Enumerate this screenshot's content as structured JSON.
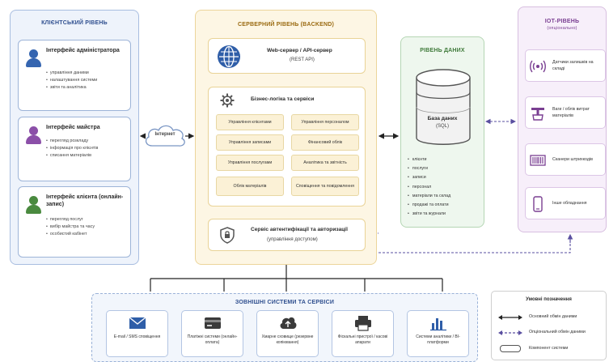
{
  "client_tier": {
    "title": "КЛІЄНТСЬКИЙ РІВЕНЬ",
    "cards": [
      {
        "title": "Інтерфейс адміністратора",
        "items": [
          "управління даними",
          "налаштування системи",
          "звіти та аналітика"
        ],
        "icon_color": "#3565b0"
      },
      {
        "title": "Інтерфейс майстра",
        "items": [
          "перегляд розкладу",
          "інформація про клієнтів",
          "списання матеріалів"
        ],
        "icon_color": "#8b4fa8"
      },
      {
        "title": "Інтерфейс клієнта (онлайн-запис)",
        "items": [
          "перегляд послуг",
          "вибір майстра та часу",
          "особистий кабінет"
        ],
        "icon_color": "#4a8a3f"
      }
    ]
  },
  "internet": {
    "label": "Інтернет"
  },
  "server_tier": {
    "title": "СЕРВЕРНИЙ РІВЕНЬ (BACKEND)",
    "web_server": {
      "title": "Web-сервер / API-сервер",
      "subtitle": "(REST API)"
    },
    "business_logic": {
      "title": "Бізнес-логіка та сервіси",
      "services": [
        "Управління клієнтами",
        "Управління персоналом",
        "Управління записами",
        "Фінансовий облік",
        "Управління послугами",
        "Аналітика та звітність",
        "Облік матеріалів",
        "Сповіщення та повідомлення"
      ]
    },
    "auth": {
      "title": "Сервіс автентифікації та авторизації",
      "subtitle": "(управління доступом)"
    }
  },
  "data_tier": {
    "title": "РІВЕНЬ ДАНИХ",
    "db_title": "База даних",
    "db_subtitle": "(SQL)",
    "items": [
      "клієнти",
      "послуги",
      "записи",
      "персонал",
      "матеріали та склад",
      "продажі та оплати",
      "звіти та журнали"
    ]
  },
  "iot_tier": {
    "title": "ІОТ-РІВЕНЬ",
    "subtitle": "(опціонально)",
    "devices": [
      {
        "label": "Датчики залишків на складі",
        "icon": "sensor-icon"
      },
      {
        "label": "Ваги / облік витрат матеріалів",
        "icon": "scale-icon"
      },
      {
        "label": "Сканери штрихкодів",
        "icon": "barcode-scanner-icon"
      },
      {
        "label": "Інше обладнання",
        "icon": "device-icon"
      }
    ]
  },
  "external_tier": {
    "title": "ЗОВНІШНІ СИСТЕМИ ТА СЕРВІСИ",
    "systems": [
      {
        "label": "E-mail / SMS сповіщення",
        "icon": "mail-icon"
      },
      {
        "label": "Платіжні системи (онлайн-оплата)",
        "icon": "card-icon"
      },
      {
        "label": "Хмарне сховище (резервне копіювання)",
        "icon": "cloud-upload-icon"
      },
      {
        "label": "Фіскальні пристрої / касові апарати",
        "icon": "printer-icon"
      },
      {
        "label": "Системи аналітики / BI-платформи",
        "icon": "bar-chart-icon"
      }
    ]
  },
  "legend": {
    "title": "Умовні позначення",
    "solid": "Основний обмін даними",
    "dashed": "Опціональний обмін даними",
    "box": "Компонент системи"
  },
  "colors": {
    "client": "#a8bde0",
    "server": "#ecd59b",
    "data": "#b5d6b4",
    "iot": "#d8bfe0",
    "arrow": "#222222",
    "optional_arrow": "#5a4fa0"
  }
}
